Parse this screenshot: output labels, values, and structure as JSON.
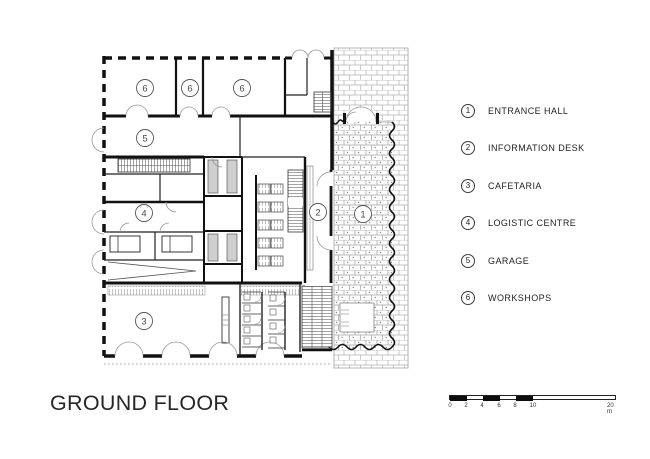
{
  "page": {
    "title": "GROUND FLOOR"
  },
  "plan": {
    "room_labels": [
      {
        "number": "6"
      },
      {
        "number": "6"
      },
      {
        "number": "6"
      },
      {
        "number": "5"
      },
      {
        "number": "4"
      },
      {
        "number": "3"
      },
      {
        "number": "2"
      },
      {
        "number": "1"
      }
    ]
  },
  "legend": {
    "items": [
      {
        "number": "1",
        "label": "ENTRANCE HALL"
      },
      {
        "number": "2",
        "label": "INFORMATION DESK"
      },
      {
        "number": "3",
        "label": "CAFETARIA"
      },
      {
        "number": "4",
        "label": "LOGISTIC CENTRE"
      },
      {
        "number": "5",
        "label": "GARAGE"
      },
      {
        "number": "6",
        "label": "WORKSHOPS"
      }
    ]
  },
  "scale_bar": {
    "ticks": [
      "0",
      "2",
      "4",
      "6",
      "8",
      "10"
    ],
    "end_label": "20 m"
  },
  "colors": {
    "wall": "#1a1a1a",
    "hatch": "#b5b5b5",
    "door_arc": "#999999",
    "elevator_fill": "#cfcfcf"
  }
}
